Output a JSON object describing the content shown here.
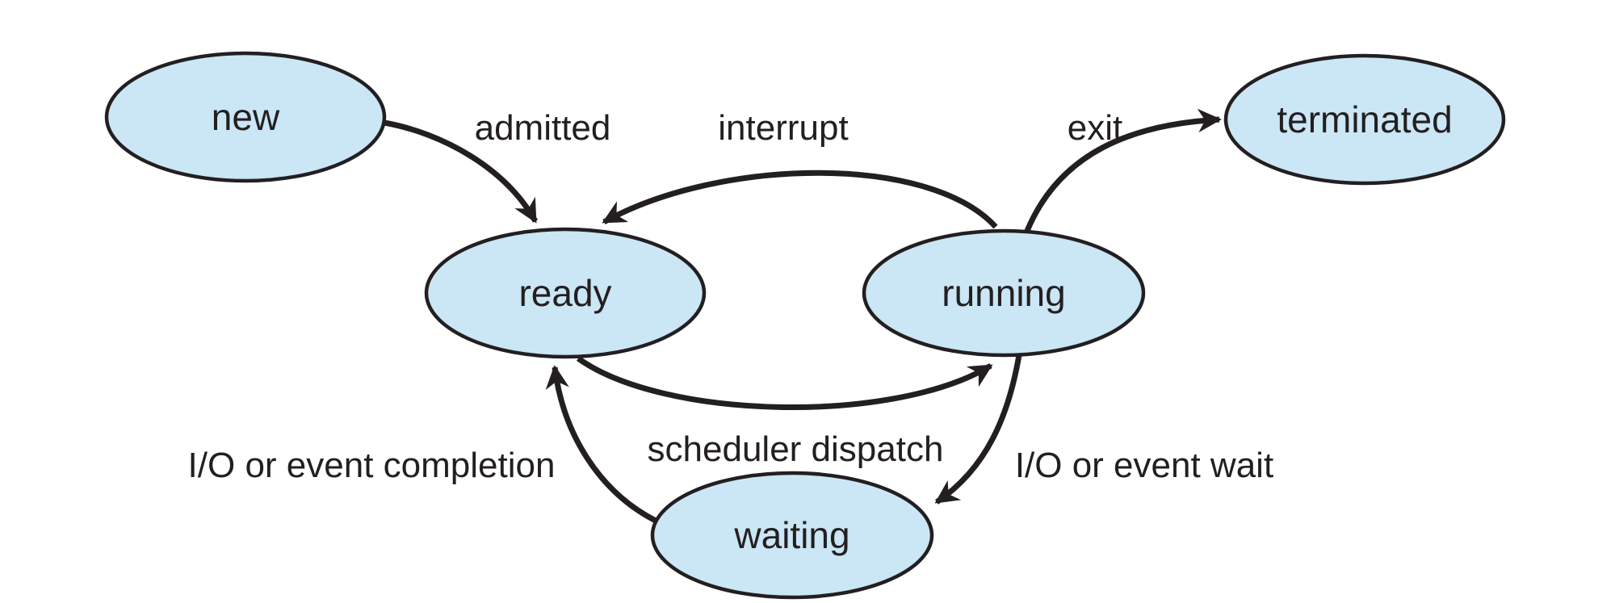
{
  "diagram": {
    "type": "state-diagram",
    "subject": "process states",
    "colors": {
      "background": "#ffffff",
      "node_fill": "#cbe6f5",
      "node_stroke": "#231f20",
      "line": "#231f20",
      "text": "#231f20"
    },
    "nodes": {
      "new": {
        "label": "new"
      },
      "ready": {
        "label": "ready"
      },
      "running": {
        "label": "running"
      },
      "terminated": {
        "label": "terminated"
      },
      "waiting": {
        "label": "waiting"
      }
    },
    "transitions": {
      "admitted": {
        "label": "admitted",
        "from": "new",
        "to": "ready"
      },
      "interrupt": {
        "label": "interrupt",
        "from": "running",
        "to": "ready"
      },
      "exit": {
        "label": "exit",
        "from": "running",
        "to": "terminated"
      },
      "scheduler_dispatch": {
        "label": "scheduler dispatch",
        "from": "ready",
        "to": "running"
      },
      "io_wait": {
        "label": "I/O or event wait",
        "from": "running",
        "to": "waiting"
      },
      "io_completion": {
        "label": "I/O or event completion",
        "from": "waiting",
        "to": "ready"
      }
    }
  }
}
